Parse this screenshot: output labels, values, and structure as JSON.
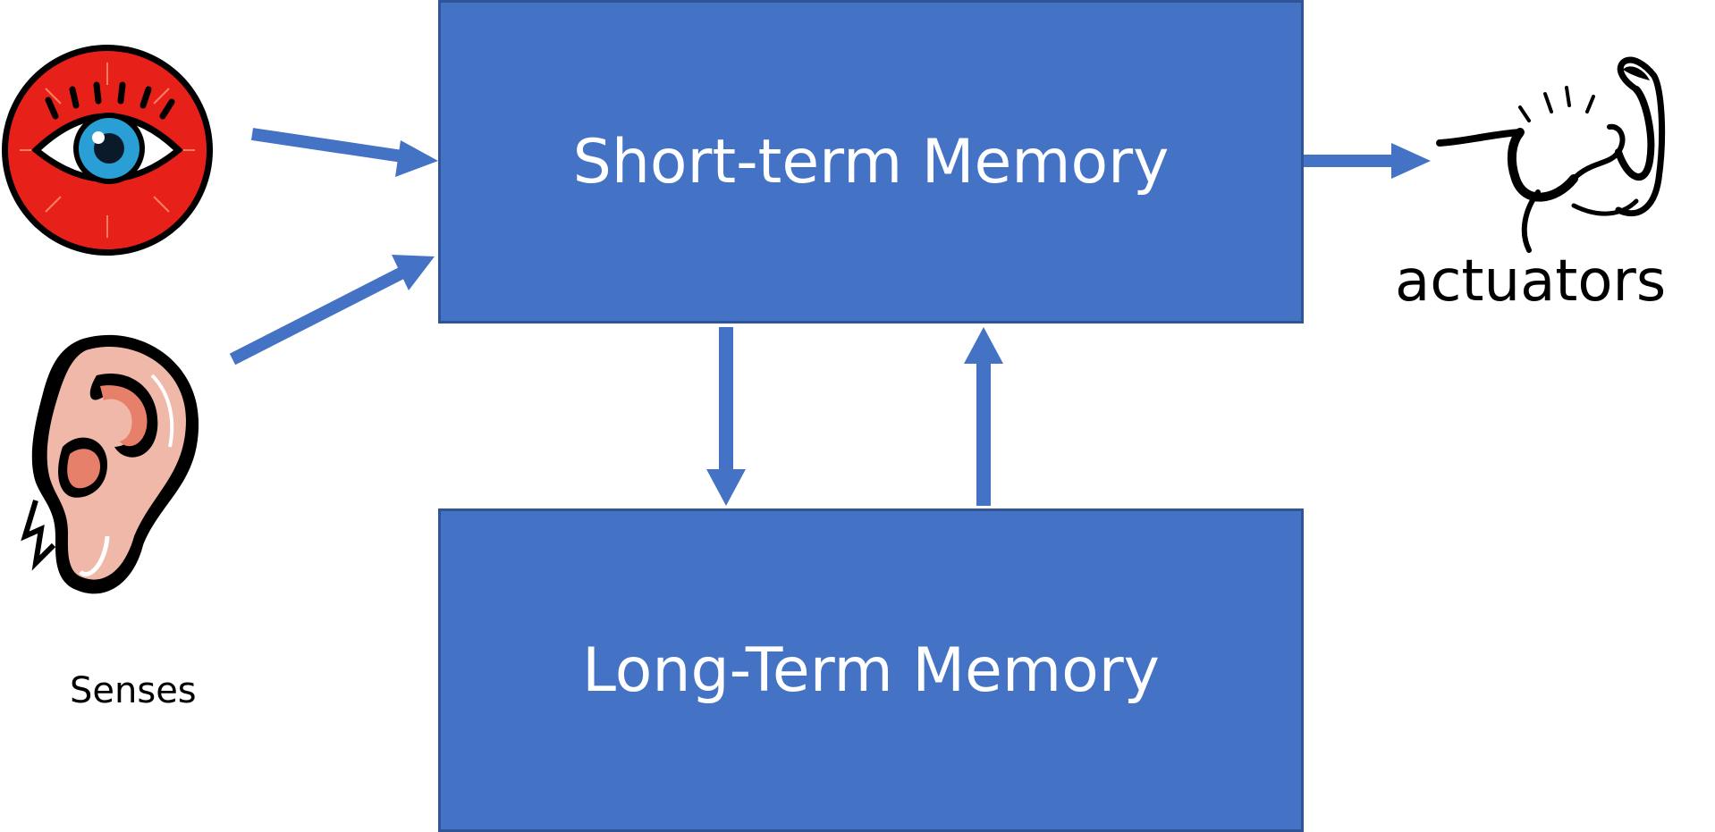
{
  "boxes": {
    "short_term": "Short-term Memory",
    "long_term": "Long-Term Memory"
  },
  "labels": {
    "senses": "Senses",
    "actuators": "actuators"
  },
  "icons": {
    "eye": "eye-icon",
    "ear": "ear-icon",
    "muscle": "flexed-arm-icon"
  },
  "colors": {
    "box_fill": "#4472c4",
    "box_border": "#2f5597",
    "arrow": "#4472c4",
    "box_text": "#ffffff"
  }
}
